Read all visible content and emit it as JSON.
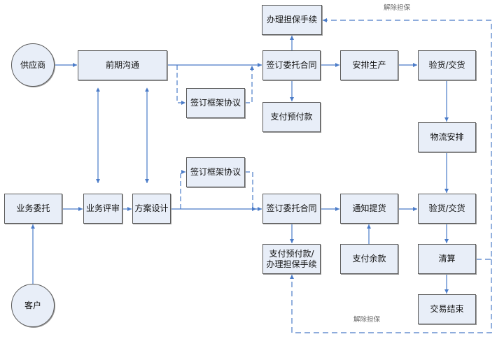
{
  "diagram": {
    "type": "flowchart",
    "colors": {
      "node_fill": "#e8eef8",
      "node_border": "#5a5a5a",
      "connector": "#4a7bc8"
    },
    "nodes": {
      "supplier": "供应商",
      "early_communication": "前期沟通",
      "framework_top": "签订框架协议",
      "guarantee_procedure": "办理担保手续",
      "contract_top": "签订委托合同",
      "prepayment": "支付预付款",
      "arrange_production": "安排生产",
      "inspect_deliver_top": "验货/交货",
      "logistics": "物流安排",
      "business_entrust": "业务委托",
      "business_review": "业务评审",
      "solution_design": "方案设计",
      "framework_bottom": "签订框架协议",
      "contract_bottom": "签订委托合同",
      "notify_pickup": "通知提货",
      "inspect_deliver_bottom": "验货/交货",
      "prepay_guarantee": "支付预付款/\n办理担保手续",
      "pay_balance": "支付余款",
      "settlement": "清算",
      "deal_end": "交易结束",
      "customer": "客户"
    },
    "edge_labels": {
      "release_top": "解除担保",
      "release_bottom": "解除担保"
    },
    "edges": [
      {
        "from": "supplier",
        "to": "early_communication",
        "style": "solid"
      },
      {
        "from": "early_communication",
        "to": "contract_top",
        "style": "solid"
      },
      {
        "from": "early_communication",
        "to": "framework_top",
        "style": "dashed"
      },
      {
        "from": "framework_top",
        "to": "contract_top",
        "style": "dashed"
      },
      {
        "from": "contract_top",
        "to": "guarantee_procedure",
        "style": "solid"
      },
      {
        "from": "contract_top",
        "to": "prepayment",
        "style": "solid"
      },
      {
        "from": "contract_top",
        "to": "arrange_production",
        "style": "solid"
      },
      {
        "from": "arrange_production",
        "to": "inspect_deliver_top",
        "style": "solid"
      },
      {
        "from": "inspect_deliver_top",
        "to": "logistics",
        "style": "solid"
      },
      {
        "from": "logistics",
        "to": "inspect_deliver_bottom",
        "style": "solid"
      },
      {
        "from": "early_communication",
        "to": "business_review",
        "style": "solid",
        "bidirectional": true
      },
      {
        "from": "early_communication",
        "to": "solution_design",
        "style": "solid",
        "bidirectional": true
      },
      {
        "from": "customer",
        "to": "business_entrust",
        "style": "solid"
      },
      {
        "from": "business_entrust",
        "to": "business_review",
        "style": "solid"
      },
      {
        "from": "business_review",
        "to": "solution_design",
        "style": "solid"
      },
      {
        "from": "solution_design",
        "to": "contract_bottom",
        "style": "solid"
      },
      {
        "from": "solution_design",
        "to": "framework_bottom",
        "style": "dashed"
      },
      {
        "from": "framework_bottom",
        "to": "contract_bottom",
        "style": "dashed"
      },
      {
        "from": "contract_bottom",
        "to": "notify_pickup",
        "style": "solid"
      },
      {
        "from": "contract_bottom",
        "to": "prepay_guarantee",
        "style": "solid"
      },
      {
        "from": "pay_balance",
        "to": "notify_pickup",
        "style": "solid"
      },
      {
        "from": "notify_pickup",
        "to": "inspect_deliver_bottom",
        "style": "solid"
      },
      {
        "from": "inspect_deliver_bottom",
        "to": "settlement",
        "style": "solid"
      },
      {
        "from": "settlement",
        "to": "deal_end",
        "style": "solid"
      },
      {
        "from": "settlement",
        "to": "guarantee_procedure",
        "style": "dashed",
        "label": "解除担保"
      },
      {
        "from": "settlement",
        "to": "prepay_guarantee",
        "style": "dashed",
        "label": "解除担保"
      }
    ]
  }
}
